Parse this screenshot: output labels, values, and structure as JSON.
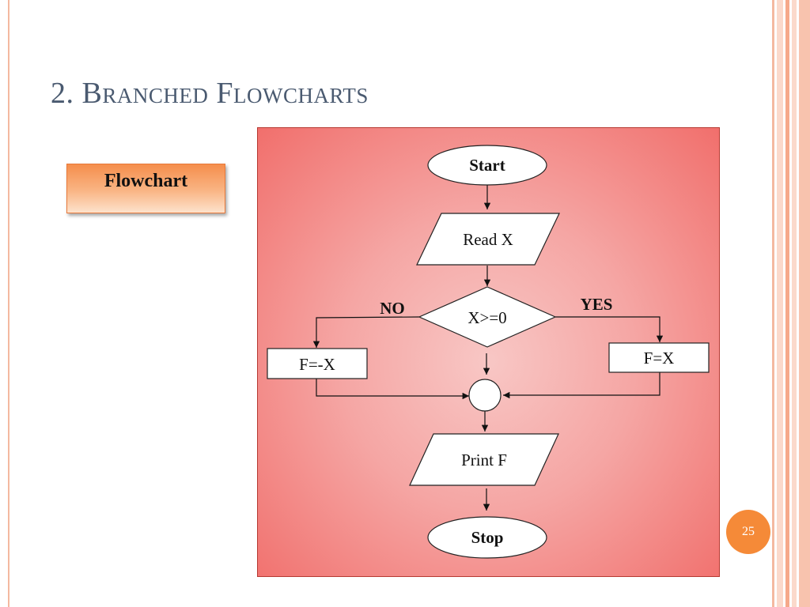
{
  "slide": {
    "title": "2. Branched Flowcharts",
    "page_number": "25"
  },
  "sidebar": {
    "button_label": "Flowchart"
  },
  "flowchart": {
    "start": "Start",
    "input": "Read X",
    "decision": "X>=0",
    "no_label": "NO",
    "yes_label": "YES",
    "no_process": "F=-X",
    "yes_process": "F=X",
    "output": "Print F",
    "stop": "Stop"
  },
  "colors": {
    "title": "#4a5a70",
    "accent": "#f58a38",
    "diagram_bg": "#f16f6c"
  }
}
